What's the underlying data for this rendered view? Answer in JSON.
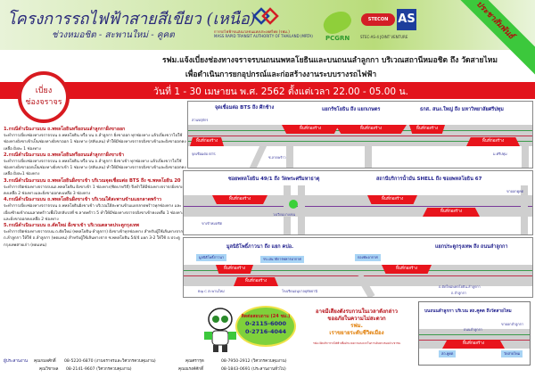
{
  "header": {
    "title": "โครงการรถไฟฟ้าสายสีเขียว (เหนือ)",
    "subtitle": "ช่วงหมอชิต - สะพานใหม่ - คูคต",
    "mrta_th": "การรถไฟฟ้าขนส่งมวลชนแห่งประเทศไทย (รฟม.)",
    "mrta_en": "MASS RAPID TRANSIT AUTHORITY OF THAILAND (MRTA)",
    "pcgrn": "PCGRN",
    "stecon": "STECON",
    "as": "AS",
    "jv": "STEC-AS-4 JOINT VENTURE",
    "ribbon": "ประชาสัมพันธ์"
  },
  "announcement": {
    "line1": "รฟม.แจ้งเบี่ยงช่องทางจราจรบนถนนพหลโยธินและบนถนนลำลูกกา บริเวณสถานีหมอชิต ถึง วัดสายไหม",
    "line2": "เพื่อดำเนินการยกอุปกรณ์และก่อสร้างงานระบบรางรถไฟฟ้า",
    "date": "วันที่ 1 - 30 เมษายน พ.ศ. 2562 ตั้งแต่เวลา 22.00 - 05.00 น.",
    "badge1": "เบี่ยง",
    "badge2": "ช่องจราจร"
  },
  "cases": [
    {
      "h": "1.กรณีดำเนินงานบน ถ.พหลโยธินหรือถนนลำลูกกาฝั่งขาออก",
      "t": "จะทำการเบี่ยงช่องทางจราจรบน ถ.พหลโยธิน หรือ บน ถ.ลำลูกกา ฝั่งขาออก ทุกช่องทาง แล้วเบี่ยงขวาไปใช้ช่องทางฝั่งขาเข้าเป็นช่องทางฝั่งขาออก 1 ช่องทาง (สลับเลน) ทำให้มีช่องทางจราจรฝั่งขาเข้าและฝั่งขาออกคงเหลือ ฝั่งละ 1 ช่องทาง"
    },
    {
      "h": "2.กรณีดำเนินงานบน ถ.พหลโยธินหรือถนนลำลูกกาฝั่งขาเข้า",
      "t": "จะทำการเบี่ยงช่องทางจราจรบน ถ.พหลโยธิน หรือ บน ถ.ลำลูกกา ฝั่งขาเข้า ทุกช่องทาง แล้วเบี่ยงขวาไปใช้ช่องทางฝั่งขาออกเป็นช่องทางฝั่งขาเข้า 1 ช่องทาง (สลับเลน) ทำให้มีช่องทางจราจรฝั่งขาเข้าและฝั่งขาออกคงเหลือ ฝั่งละ1 ช่องทาง"
    },
    {
      "h": "3.กรณีดำเนินงานบน ถ.พหลโยธินฝั่งขาเข้า บริเวณจุดเชื่อมต่อ BTS ถึง ซ.พหลโยธิน 20",
      "t": "จะทำการปิดช่องทางจราจรบนถ.พหลโยธิน ฝั่งขาเข้า 1 ช่องทาง(ชิดบาทวิถี) จึงทำให้มีช่องทางจราจรฝั่งขาเข้าคงเหลือ 2 ช่องทางและฝั่งขาออกคงเหลือ 3 ช่องทาง"
    },
    {
      "h": "4.กรณีดำเนินงานบน ถ.พหลโยธินฝั่งขาเข้า บริเวณใต้สะพานข้ามแยกลาดพร้าว",
      "t": "จะทำการเบี่ยงช่องทางจราจรบน ถ.พหลโยธินฝั่งขาเข้า บริเวณใต้สะพานข้ามแยกลาดพร้าวทุกช่องทาง และเบี่ยงซ้ายเข้าถนนลาดพร้าวเพื่อไปกลับรถที่ ซ.ลาดพร้าว 5 ทำให้มีช่องทางจราจรฝั่งขาเข้าคงเหลือ 1 ช่องทาง และฝั่งขาออกคงเหลือ 2 ช่องทาง"
    },
    {
      "h": "5.กรณีดำเนินงานบน ถ.ตัดใหม่ ฝั่งขาเข้า บริเวณตลาดประตูกรุงเทพ",
      "t": "จะทำการปิดช่องทางจราจรบน ถ.ตัดใหม่ (พหลโยธิน-ลำลูกกา) ฝั่งขาเข้าทุกช่องทาง สำหรับผู้ใช้เส้นทางจาก ถ.ลำลูกกา ให้ใช้ ถ.ลำลูกกา (ทดแทน) สำหรับผู้ใช้เส้นทางจาก ซ.พหลโยธิน 54/4 แยก 3-2 ให้ใช้ ถ.ประตูกรุงเทพสายเก่า (ทดแทน)"
    }
  ],
  "maps": {
    "zone_label": "พื้นที่ก่อสร้าง",
    "m1": {
      "t1": "จุดเชื่อมต่อ BTS ถึง ศึกช้าง",
      "t2": "แยกรัชโยธิน ถึง แยกเกษตร",
      "t3": "ธกส. สนง.ใหญ่ ถึง มหาวิทยาลัยศรีปทุม",
      "l1": "สวนจตุจักร",
      "l2": "ซ.ลาดพร้าว",
      "l3": "ม.ศรีปทุม",
      "l4": "จุดเชื่อมต่อ BTS"
    },
    "m2": {
      "t1": "ซอยพหลโยธิน 49/1 ถึง วัดพระศรีมหาธาตุ",
      "t2": "สถานีบริการน้ำมัน SHELL ถึง ซอยพหลโยธิน 67",
      "l1": "วงเวียนบางเขน",
      "l2": "ขาเข้าหมอชิต",
      "l3": "ขาออกคูคต"
    },
    "m3": {
      "t1": "มูลนิธิโพธิ์ภาวนา ถึง แยก คปอ.",
      "t2": "แยกประตูกรุงเทพ ถึง ถนนลำลูกกา",
      "tag1": "มูลนิธิโพธิ์ภาวนา",
      "tag2": "รร.เสนาธิการทหารอากาศ",
      "tag3": "กองทัพอากาศ",
      "l1": "Big C สะพานใหม่",
      "l2": "โรงเรียนอนุบาลอุทัยธานี",
      "l3": "ถ.ตัดใหม่พหลโยธิน-ลำลูกกา",
      "l4": "ถ.ลำลูกกา"
    },
    "m4": {
      "t": "บนถนนลำลูกกา บริเวณ สถ.คูคต ถึงวัดสายไหม",
      "l1": "ขาออกลำลูกกา",
      "tag1": "สถ.คูคต",
      "tag2": "วัดสายไหม",
      "l2": "ถนนลำลูกกา"
    }
  },
  "hotline": {
    "title": "ติดต่อสอบถาม (24 ชม.)",
    "p1": "0-2115-6000",
    "p2": "0-2716-4044"
  },
  "message": {
    "a": "อาจมีเสียงดังรบกวนในเวลาดังกล่าว",
    "b": "ขออภัยในความไม่สะดวก",
    "c": "รฟม.",
    "d": "เราขยายระดับชีวิตเมือง",
    "e": "รฟม.เปิดบริการรถไฟฟ้าเพื่ออำนวยความสะดวกในการเดินทางของประชาชน"
  },
  "footer": {
    "label": "ผู้ประสานงาน",
    "c1n": "คุณกมลศักดิ์",
    "c1p": "08-5220-6870 (งานจราจรและวิศวกรควบคุมงาน)",
    "c2n": "คุณวิชาพล",
    "c2p": "08-2141-9607 (วิศวกรควบคุมงาน)",
    "c3n": "คุณศรารุต",
    "c3p": "08-7950-2912 (วิศวกรควบคุมงาน)",
    "c4n": "คุณณรงค์ศักดิ์",
    "c4p": "08-1843-0691 (ประสานงานทั่วไป)"
  }
}
